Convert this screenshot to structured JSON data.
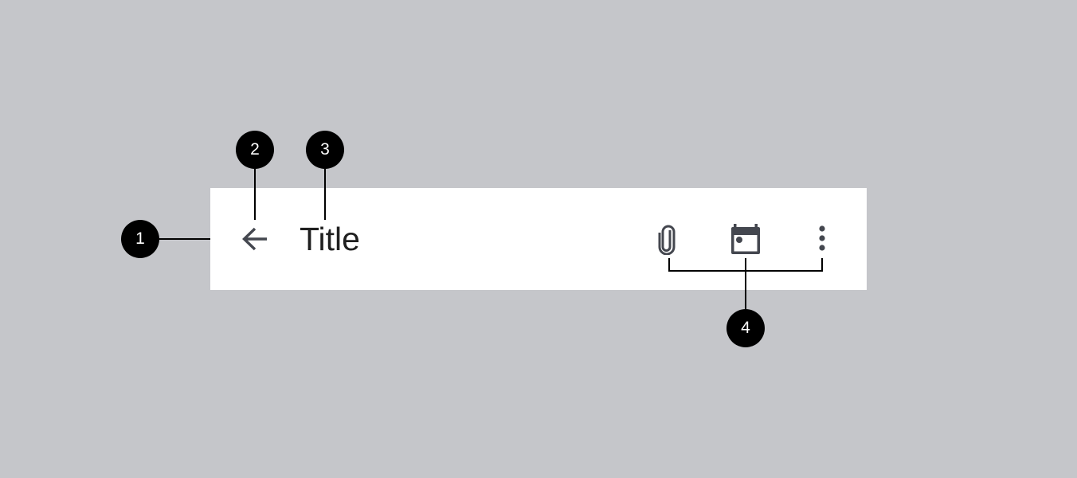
{
  "toolbar": {
    "title": "Title",
    "navigation_icon": "arrow-back-icon",
    "actions": [
      {
        "icon": "attachment-icon"
      },
      {
        "icon": "calendar-icon"
      },
      {
        "icon": "more-vertical-icon"
      }
    ]
  },
  "callouts": [
    "1",
    "2",
    "3",
    "4"
  ],
  "colors": {
    "background": "#c5c6ca",
    "surface": "#ffffff",
    "icon": "#44474f",
    "text": "#1f1f1f",
    "badge": "#000000"
  }
}
